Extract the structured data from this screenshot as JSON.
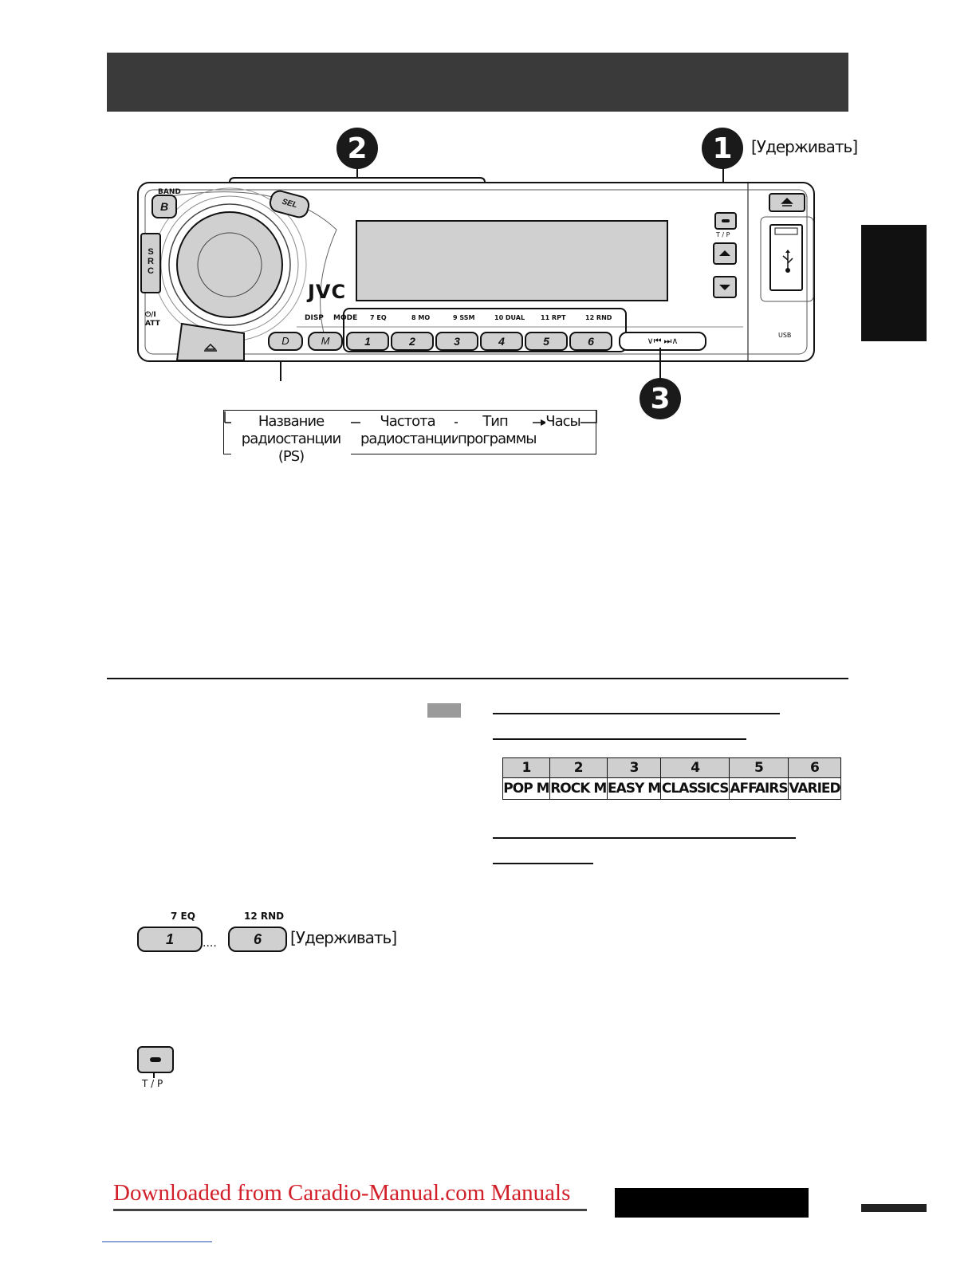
{
  "callouts": {
    "one": "1",
    "two": "2",
    "three": "3"
  },
  "hold_label": "[Удерживать]",
  "panel": {
    "band_label": "BAND",
    "band_button": "B",
    "sel_button": "SEL",
    "src_letters": "S R C",
    "brand": "JVC",
    "power_att": "⏻/I ATT",
    "disp_label": "DISP",
    "mode_label": "MODE",
    "d_button": "D",
    "m_button": "M",
    "preset_functions": [
      "7 EQ",
      "8 MO",
      "9 SSM",
      "10 DUAL",
      "11 RPT",
      "12 RND"
    ],
    "preset_numbers": [
      "1",
      "2",
      "3",
      "4",
      "5",
      "6"
    ],
    "tp_label": "T / P",
    "usb_label": "USB",
    "seek_button": "∨⏮ ⏭∧",
    "eject_icon": "eject-icon",
    "usb_icon": "usb-icon"
  },
  "flow": {
    "step1": "Название радиостанции (PS)",
    "step2": "Частота радиостанции",
    "step3": "Тип программы",
    "step4": "Часы"
  },
  "pty_table": {
    "numbers": [
      "1",
      "2",
      "3",
      "4",
      "5",
      "6"
    ],
    "names": [
      "POP M",
      "ROCK M",
      "EASY M",
      "CLASSICS",
      "AFFAIRS",
      "VARIED"
    ]
  },
  "lower": {
    "preset_first_fn": "7 EQ",
    "preset_last_fn": "12 RND",
    "preset_first": "1",
    "preset_last": "6",
    "ellipsis": "....",
    "hold_label": "[Удерживать]",
    "tp_label": "T / P"
  },
  "footer": {
    "download_text": "Downloaded from Caradio-Manual.com Manuals"
  }
}
